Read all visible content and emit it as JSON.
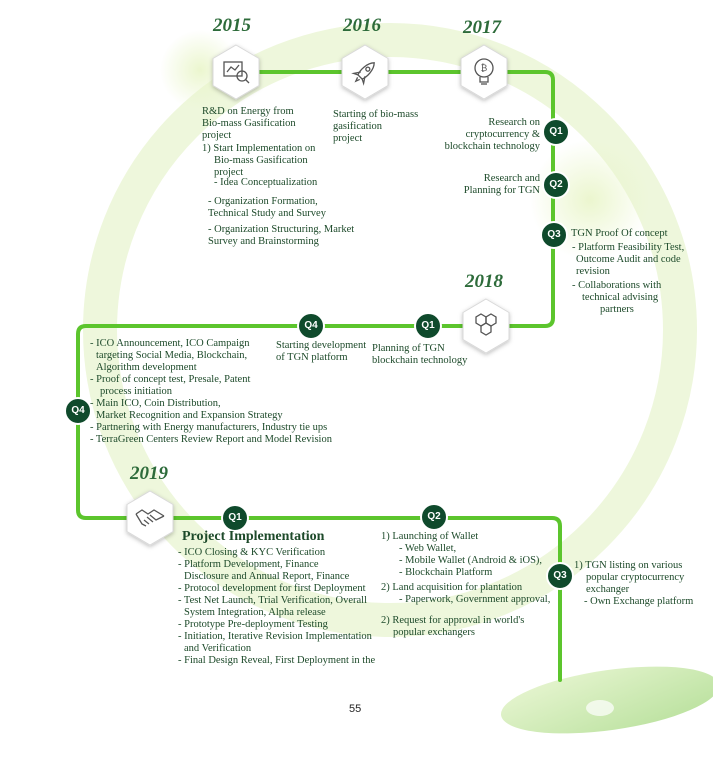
{
  "page_number": "55",
  "years": {
    "y2015": "2015",
    "y2016": "2016",
    "y2017": "2017",
    "y2018": "2018",
    "y2019": "2019"
  },
  "quarters": {
    "q1": "Q1",
    "q2": "Q2",
    "q3": "Q3",
    "q4": "Q4"
  },
  "milestones_2015": {
    "headline": [
      "R&D on Energy from",
      "Bio-mass Gasification",
      "project"
    ],
    "start": [
      "1) Start Implementation on",
      "Bio-mass Gasification",
      "project"
    ],
    "idea": "- Idea Conceptualization",
    "org_formation": [
      "- Organization Formation,",
      "Technical Study and Survey"
    ],
    "org_structuring": [
      "- Organization Structuring, Market",
      "Survey and Brainstorming"
    ]
  },
  "milestones_2016": {
    "headline": [
      "Starting of bio-mass",
      "gasification",
      "project"
    ]
  },
  "milestones_2017": {
    "q1": [
      "Research on",
      "cryptocurrency &",
      "blockchain technology"
    ],
    "q2": [
      "Research and",
      "Planning for TGN"
    ],
    "q3_title": "TGN Proof Of concept",
    "q3_items": [
      "- Platform Feasibility Test,",
      "Outcome Audit and code",
      "revision",
      "- Collaborations with",
      "technical advising",
      "partners"
    ]
  },
  "milestones_2018": {
    "q1": [
      "Planning of TGN",
      "blockchain technology"
    ],
    "q4": [
      "Starting development",
      "of TGN platform"
    ],
    "q4_list": [
      "- ICO Announcement, ICO Campaign",
      "targeting Social Media, Blockchain,",
      "Algorithm development",
      "- Proof of concept test, Presale, Patent",
      "process initiation",
      "- Main ICO, Coin Distribution,",
      "Market Recognition and Expansion Strategy",
      "- Partnering with Energy manufacturers, Industry tie ups",
      "- TerraGreen Centers Review Report and Model Revision"
    ]
  },
  "milestones_2019": {
    "q1_title": "Project Implementation",
    "q1_items": [
      "- ICO Closing & KYC Verification",
      "- Platform Development, Finance",
      "Disclosure and Annual Report, Finance",
      "- Protocol development for first Deployment",
      "- Test Net Launch, Trial Verification, Overall",
      "System Integration, Alpha release",
      "- Prototype Pre-deployment Testing",
      "- Initiation, Iterative Revision Implementation",
      "and Verification",
      "- Final Design Reveal, First Deployment in the"
    ],
    "q2_items": [
      "1) Launching of Wallet",
      "- Web Wallet,",
      "- Mobile Wallet (Android & iOS),",
      "- Blockchain Platform",
      "2) Land acquisition for plantation",
      "- Paperwork, Government approval,",
      "2) Request for approval in world's",
      "popular exchangers"
    ],
    "q3_items": [
      "1) TGN listing on various",
      "popular  cryptocurrency",
      "exchanger",
      "- Own Exchange platform"
    ]
  },
  "icons": {
    "rd": "magnifier-chart-icon",
    "rocket": "rocket-icon",
    "bulb": "lightbulb-bitcoin-icon",
    "hexagons": "hexagon-cluster-icon",
    "handshake": "handshake-icon"
  },
  "colors": {
    "line": "#5cc52d",
    "badge": "#0f4a2c",
    "text": "#1d4a2a",
    "year": "#2d6b3a"
  }
}
